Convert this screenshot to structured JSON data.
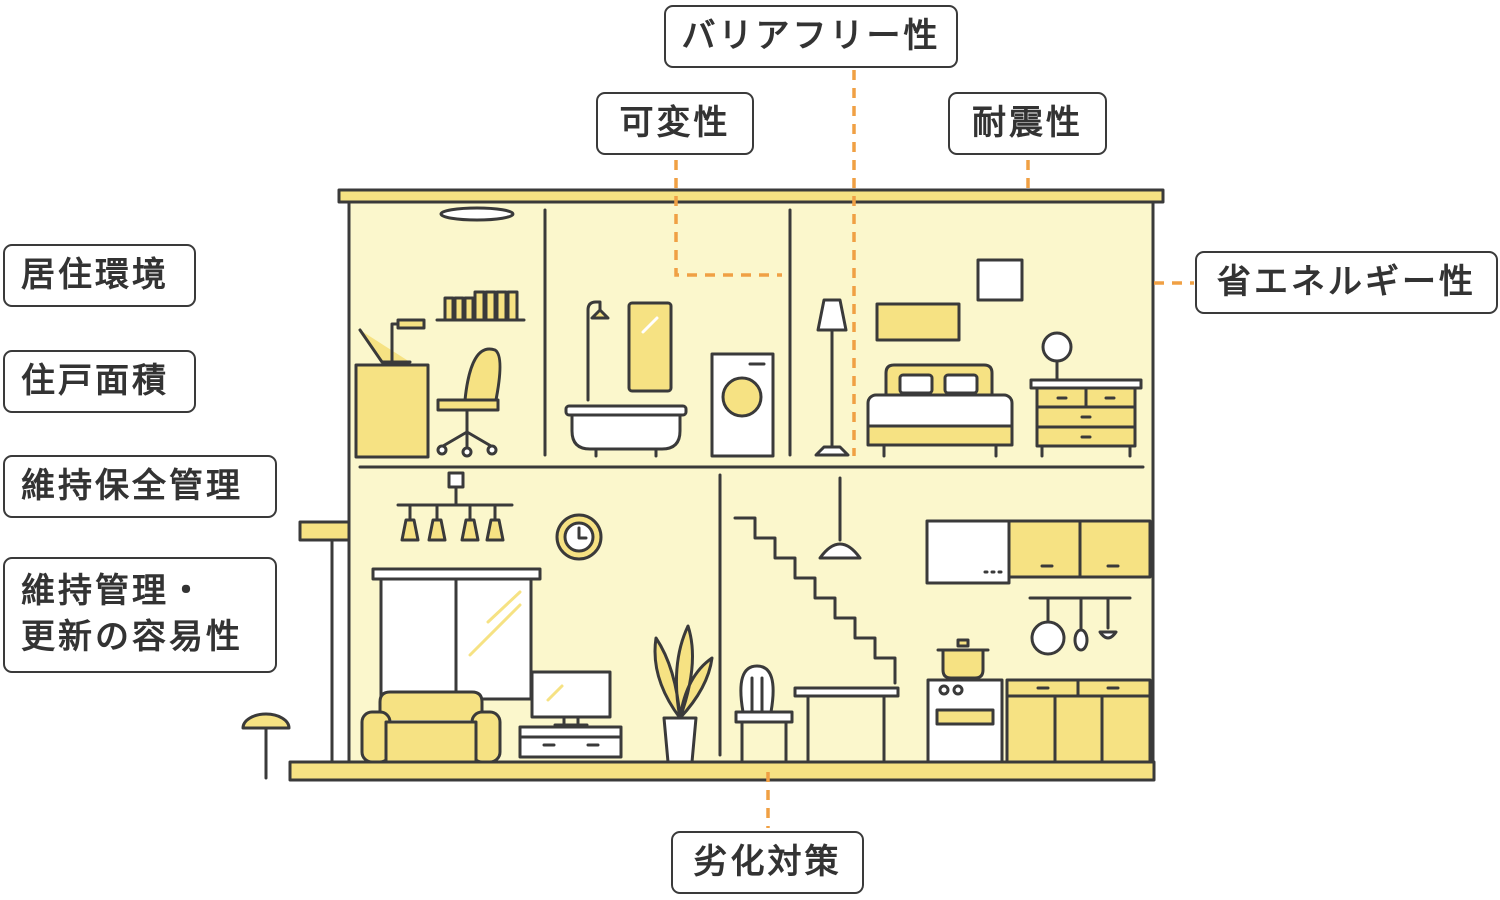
{
  "labels": {
    "barrier_free": "バリアフリー性",
    "variability": "可変性",
    "earthquake": "耐震性",
    "energy": "省エネルギー性",
    "living_env": "居住環境",
    "floor_area": "住戸面積",
    "maintenance_plan": "維持保全管理",
    "maintenance_update_1": "維持管理・",
    "maintenance_update_2": "更新の容易性",
    "deterioration": "劣化対策"
  },
  "colors": {
    "wall": "#fbf7cc",
    "accent": "#f6e283",
    "line": "#3a3a3a",
    "dash": "#f0a044"
  }
}
